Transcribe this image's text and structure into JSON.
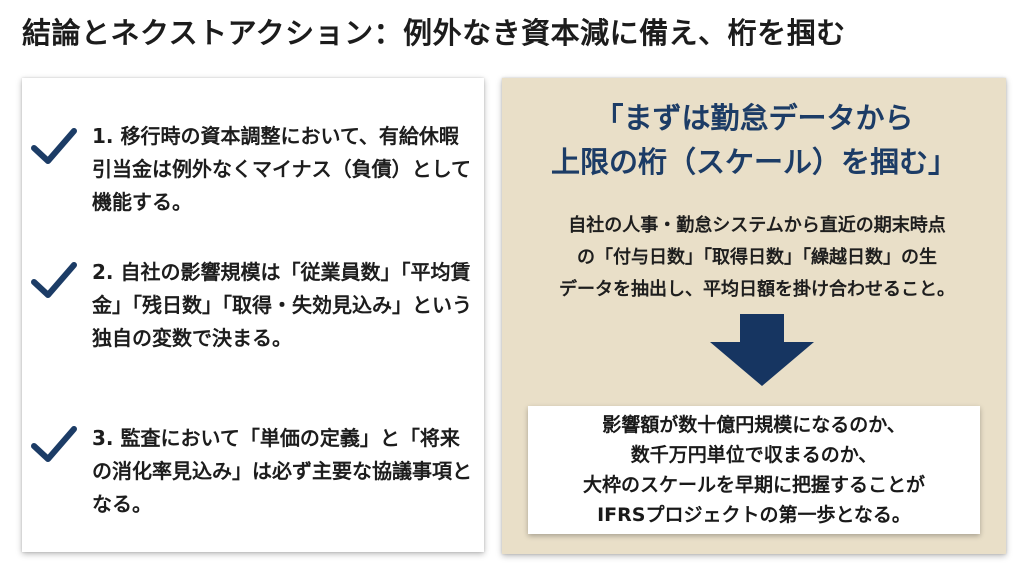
{
  "title": "結論とネクストアクション：例外なき資本減に備え、桁を掴む",
  "left_items": [
    {
      "icon": "check-icon",
      "text": "1. 移行時の資本調整において、有給休暇引当金は例外なくマイナス（負債）として機能する。"
    },
    {
      "icon": "check-icon",
      "text": "2. 自社の影響規模は「従業員数」「平均賃金」「残日数」「取得・失効見込み」という独自の変数で決まる。"
    },
    {
      "icon": "check-icon",
      "text": "3. 監査において「単価の定義」と「将来の消化率見込み」は必ず主要な協議事項となる。"
    }
  ],
  "right": {
    "headline_lines": [
      "「まずは勤怠データから",
      "上限の桁（スケール）を掴む」"
    ],
    "description_lines": [
      "自社の人事・勤怠システムから直近の期末時点",
      "の「付与日数」「取得日数」「繰越日数」の生",
      "データを抽出し、平均日額を掛け合わせること。"
    ],
    "arrow_icon": "down-arrow-icon",
    "result_lines": [
      "影響額が数十億円規模になるのか、",
      "数千万円単位で収まるのか、",
      "大枠のスケールを早期に把握することが",
      "IFRSプロジェクトの第一歩となる。"
    ]
  },
  "colors": {
    "check": "#1c3c66",
    "headline": "#1c3c66",
    "panel_bg": "#e9dfc8",
    "arrow": "#163561"
  }
}
